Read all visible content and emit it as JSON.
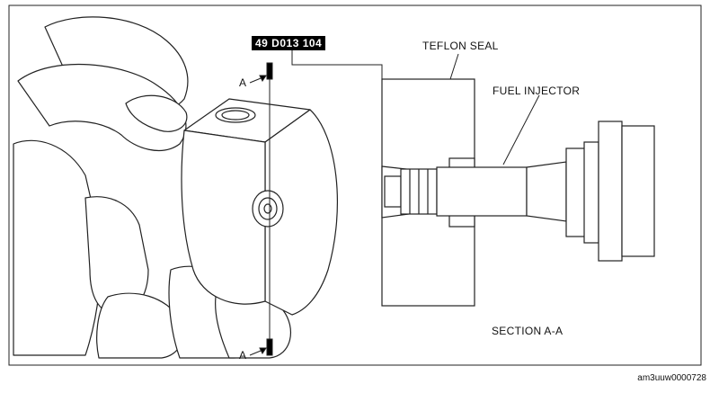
{
  "diagram": {
    "tool_number": "49 D013 104",
    "labels": {
      "teflon_seal": "TEFLON SEAL",
      "fuel_injector": "FUEL INJECTOR",
      "section": "SECTION A-A",
      "section_mark_top": "A",
      "section_mark_bottom": "A"
    },
    "image_id": "am3uuw0000728"
  }
}
